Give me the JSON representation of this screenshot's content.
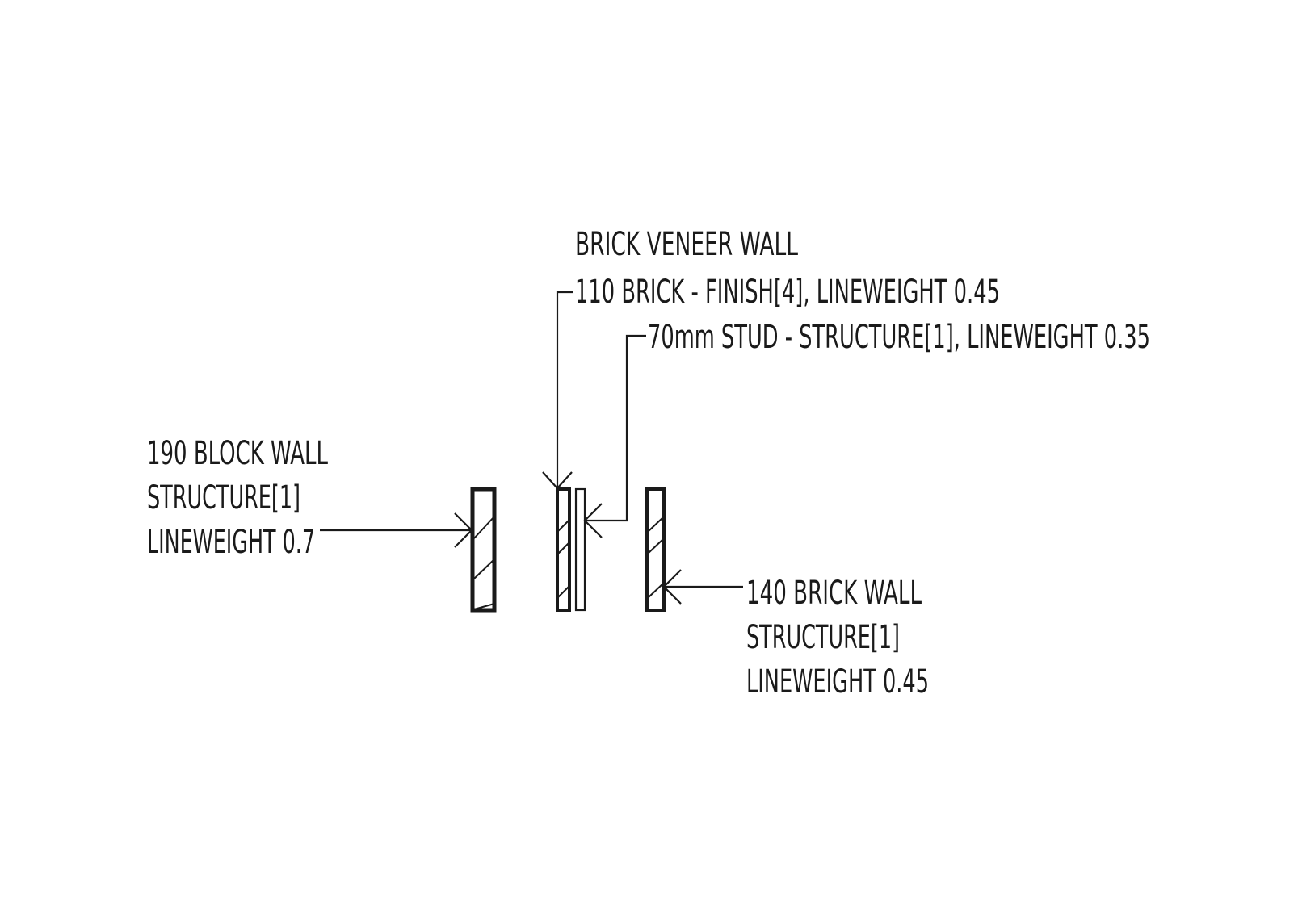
{
  "labels": {
    "brick_veneer": {
      "title": "BRICK VENEER WALL",
      "brick_layer": "110 BRICK - FINISH[4], LINEWEIGHT 0.45",
      "stud_layer": "70mm STUD - STRUCTURE[1], LINEWEIGHT 0.35"
    },
    "block_wall": {
      "title": "190 BLOCK WALL",
      "function": "STRUCTURE[1]",
      "lineweight": "LINEWEIGHT 0.7"
    },
    "brick_wall": {
      "title": "140 BRICK WALL",
      "function": "STRUCTURE[1]",
      "lineweight": "LINEWEIGHT 0.45"
    }
  },
  "colors": {
    "ink": "#1a1a1a",
    "paper": "#ffffff"
  }
}
